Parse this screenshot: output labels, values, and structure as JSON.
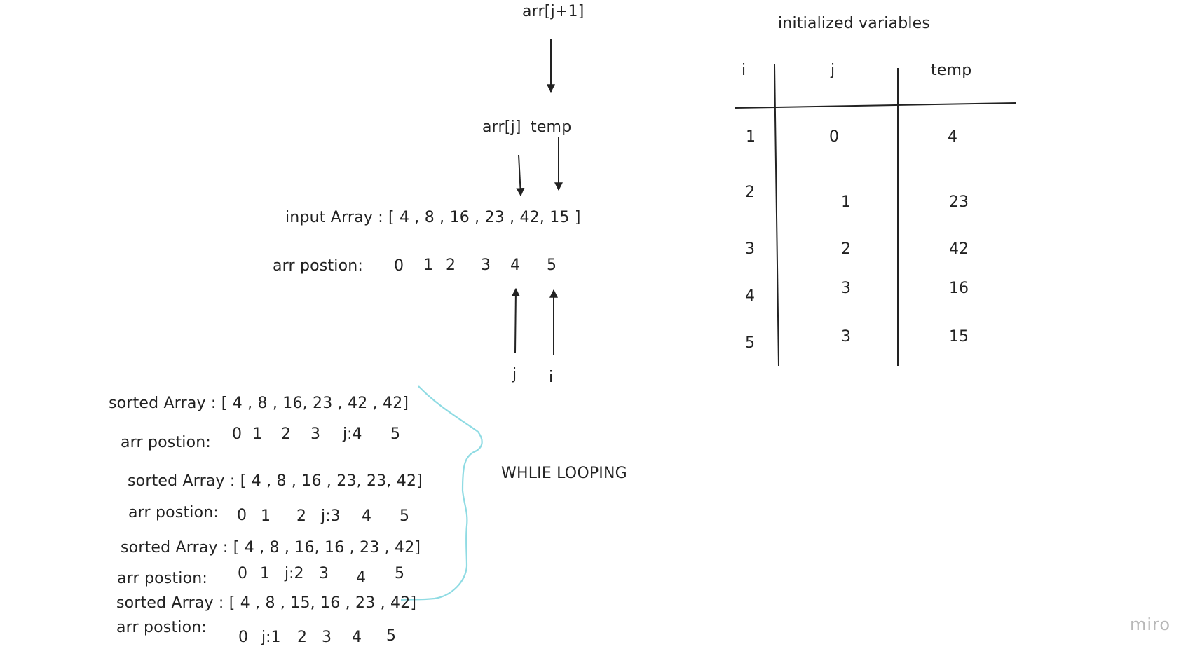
{
  "top": {
    "arr_j1_label": "arr[j+1]",
    "arr_j_label": "arr[j]",
    "temp_label": "temp",
    "input_array_text": "input Array : [ 4 , 8 , 16 , 23 , 42, 15 ]",
    "arr_position_label": "arr postion:",
    "positions": [
      "0",
      "1",
      "2",
      "3",
      "4",
      "5"
    ],
    "j_pointer": "j",
    "i_pointer": "i"
  },
  "table": {
    "title": "initialized variables",
    "headers": [
      "i",
      "j",
      "temp"
    ],
    "rows": [
      [
        "1",
        "0",
        "4"
      ],
      [
        "2",
        "1",
        "23"
      ],
      [
        "3",
        "2",
        "42"
      ],
      [
        "4",
        "3",
        "16"
      ],
      [
        "5",
        "3",
        "15"
      ]
    ]
  },
  "loop": {
    "label": "WHLIE LOOPING",
    "blocks": [
      {
        "sorted": "sorted Array : [ 4 , 8 , 16, 23 , 42 , 42]",
        "pos_label": "arr postion:",
        "positions": [
          "0",
          "1",
          "2",
          "3",
          "j:4",
          "5"
        ]
      },
      {
        "sorted": "sorted Array : [ 4 , 8 , 16 , 23, 23, 42]",
        "pos_label": "arr postion:",
        "positions": [
          "0",
          "1",
          "2",
          "j:3",
          "4",
          "5"
        ]
      },
      {
        "sorted": "sorted Array : [ 4 , 8 , 16, 16 , 23 , 42]",
        "pos_label": "arr postion:",
        "positions": [
          "0",
          "1",
          "j:2",
          "3",
          "4",
          "5"
        ]
      },
      {
        "sorted": "sorted Array : [ 4 , 8 , 15, 16 , 23 , 42]",
        "pos_label": "arr postion:",
        "positions": [
          "0",
          "j:1",
          "2",
          "3",
          "4",
          "5"
        ]
      }
    ]
  },
  "watermark": "miro",
  "colors": {
    "ink": "#222222",
    "brace": "#8fdbe3",
    "watermark": "#b8b8b8"
  }
}
